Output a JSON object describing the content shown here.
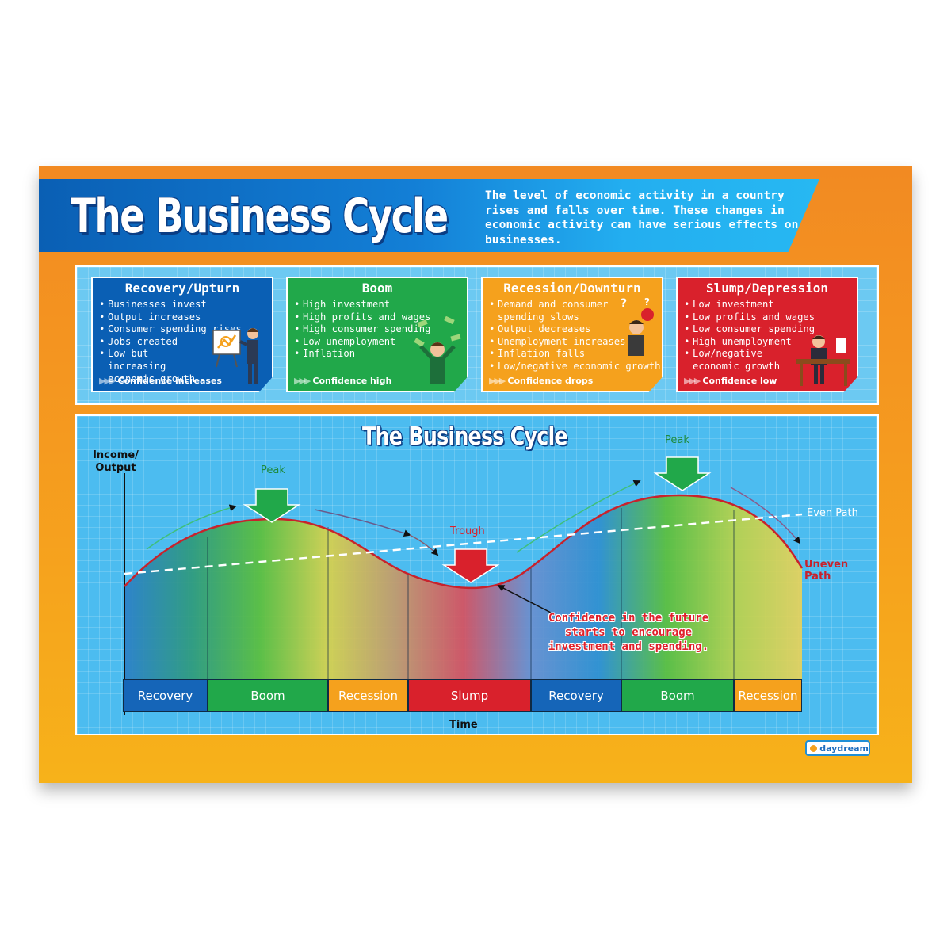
{
  "header": {
    "title": "The Business Cycle",
    "intro": "The level of economic activity in a country rises and falls over time. These changes in economic activity can have serious effects on businesses."
  },
  "cards": [
    {
      "title": "Recovery/Upturn",
      "color": "#0a5fb4",
      "bullets": [
        "Businesses invest",
        "Output increases",
        "Consumer spending rises",
        "Jobs created",
        "Low but increasing economic growth"
      ],
      "confidence": "Confidence increases",
      "illustration": "presenter-icon"
    },
    {
      "title": "Boom",
      "color": "#21a84a",
      "bullets": [
        "High investment",
        "High profits and wages",
        "High consumer spending",
        "Low unemployment",
        "Inflation"
      ],
      "confidence": "Confidence high",
      "illustration": "money-rain-icon"
    },
    {
      "title": "Recession/Downturn",
      "color": "#f5a11d",
      "bullets": [
        "Demand and consumer spending slows",
        "Output decreases",
        "Unemployment increases",
        "Inflation falls",
        "Low/negative economic growth"
      ],
      "confidence": "Confidence drops",
      "illustration": "worried-person-icon"
    },
    {
      "title": "Slump/Depression",
      "color": "#d9212c",
      "bullets": [
        "Low investment",
        "Low profits and wages",
        "Low consumer spending",
        "High unemployment",
        "Low/negative economic growth"
      ],
      "confidence": "Confidence low",
      "illustration": "person-at-desk-icon"
    }
  ],
  "diagram": {
    "title": "The Business Cycle",
    "y_axis_label": "Income/ Output",
    "x_axis_label": "Time",
    "labels": {
      "peak_1": "Peak",
      "peak_2": "Peak",
      "trough": "Trough",
      "even_path": "Even Path",
      "uneven_path": "Uneven Path"
    },
    "note": "Confidence in the future starts to encourage investment and spending.",
    "phases": [
      {
        "label": "Recovery",
        "color": "#1565b8"
      },
      {
        "label": "Boom",
        "color": "#21a84a"
      },
      {
        "label": "Recession",
        "color": "#f5a11d"
      },
      {
        "label": "Slump",
        "color": "#d9212c"
      },
      {
        "label": "Recovery",
        "color": "#1565b8"
      },
      {
        "label": "Boom",
        "color": "#21a84a"
      },
      {
        "label": "Recession",
        "color": "#f5a11d"
      }
    ],
    "colors": {
      "uneven_path": "#c8222c",
      "even_path": "#ffffff",
      "peak_arrow": "#21a84a",
      "trough_arrow": "#d9212c"
    }
  },
  "footer": {
    "logo": "daydream"
  }
}
